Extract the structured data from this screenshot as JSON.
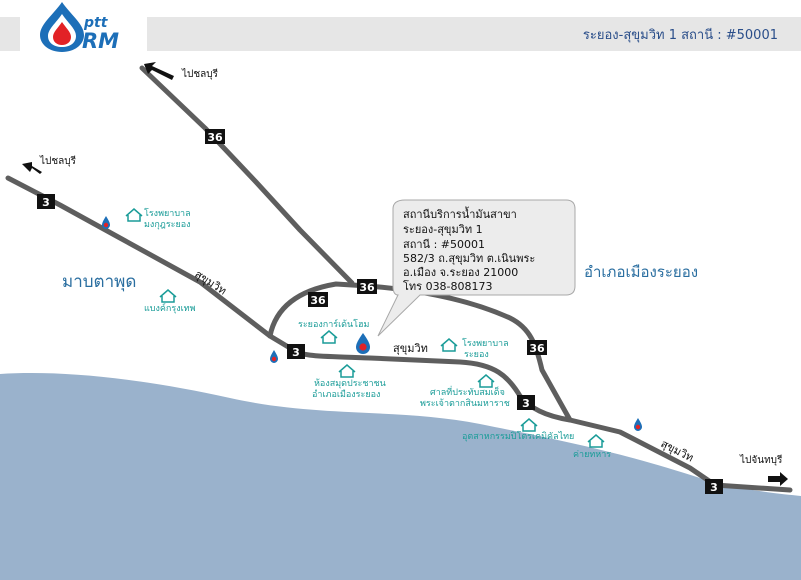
{
  "header": {
    "brand_small": "ptt",
    "brand_large": "RM",
    "station_title": "ระยอง-สุขุมวิท 1 สถานี : #50001"
  },
  "colors": {
    "header_bar": "#e6e6e6",
    "sea": "#9ab2cc",
    "road": "#5e5e5e",
    "landmark": "#1a9c98",
    "area_label": "#2a6ea0",
    "shield_bg": "#111111",
    "callout_bg": "#ececec",
    "ptt_blue": "#1d6fb8",
    "ptt_red": "#e22226"
  },
  "directions": {
    "to_chonburi_upper": "ไปชลบุรี",
    "to_chonburi_left": "ไปชลบุรี",
    "to_chanthaburi": "ไปจันทบุรี"
  },
  "route_shields": {
    "r36_top": "36",
    "r3_left": "3",
    "r36_loop_left": "36",
    "r36_loop_right": "36",
    "r3_center": "3",
    "r36_east": "36",
    "r3_mid": "3",
    "r3_right": "3"
  },
  "road_labels": {
    "sukhumvit_left": "สุขุมวิท",
    "sukhumvit_center": "สุขุมวิท",
    "sukhumvit_right": "สุขุมวิท"
  },
  "areas": {
    "map_ta_phut": "มาบตาพุด",
    "amphoe_mueang_rayong": "อำเภอเมืองระยอง"
  },
  "landmarks": {
    "mongkut_hospital": [
      "โรงพยาบาล",
      "มงกุฎระยอง"
    ],
    "bangkok_bank": [
      "แบงค์กรุงเทพ"
    ],
    "rayong_garden_home": [
      "ระยองการ์เด้นโฮม"
    ],
    "rayong_hospital": [
      "โรงพยาบาล",
      "ระยอง"
    ],
    "library": [
      "ห้องสมุดประชาชน",
      "อำเภอเมืองระยอง"
    ],
    "shrine": [
      "ศาลที่ประทับสมเด็จ",
      "พระเจ้าตากสินมหาราช"
    ],
    "industrial_estate": [
      "อุตสาหกรรมปิโตรเคมิคัลไทย"
    ],
    "military_camp": [
      "ค่ายทหาร"
    ]
  },
  "station_info": {
    "lines": [
      "สถานีบริการน้ำมันสาขา",
      "ระยอง-สุขุมวิท 1",
      "สถานี : #50001",
      "582/3  ถ.สุขุมวิท ต.เนินพระ",
      "อ.เมือง  จ.ระยอง   21000",
      "โทร 038-808173"
    ]
  }
}
